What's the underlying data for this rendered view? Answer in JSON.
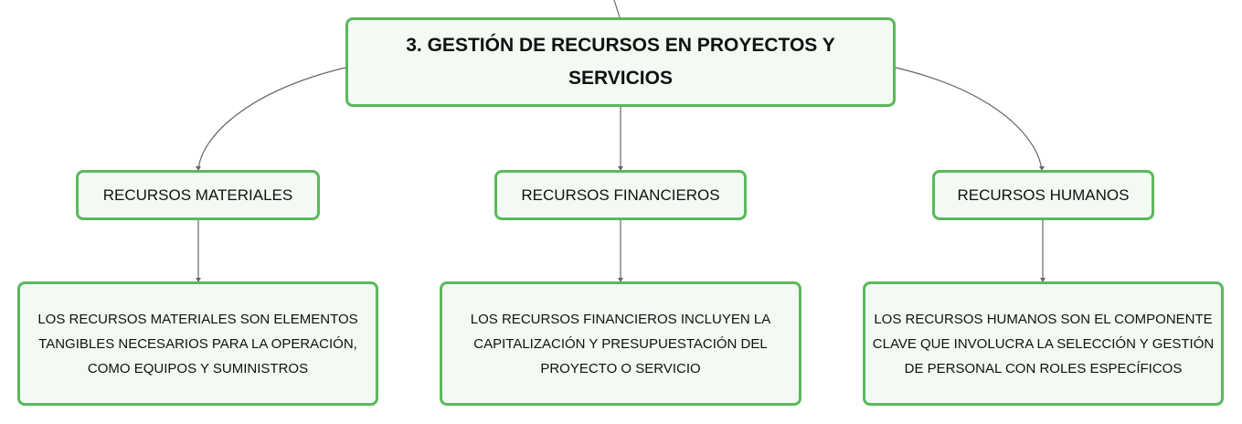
{
  "diagram": {
    "main_topic": "3. GESTIÓN DE RECURSOS EN PROYECTOS Y SERVICIOS",
    "branches": [
      {
        "title": "RECURSOS MATERIALES",
        "description": "LOS RECURSOS MATERIALES SON ELEMENTOS TANGIBLES NECESARIOS PARA LA OPERACIÓN, COMO EQUIPOS Y SUMINISTROS"
      },
      {
        "title": "RECURSOS FINANCIEROS",
        "description": "LOS RECURSOS FINANCIEROS INCLUYEN LA CAPITALIZACIÓN Y PRESUPUESTACIÓN DEL PROYECTO O SERVICIO"
      },
      {
        "title": "RECURSOS HUMANOS",
        "description": "LOS RECURSOS HUMANOS SON EL COMPONENTE CLAVE QUE INVOLUCRA LA SELECCIÓN Y GESTIÓN DE PERSONAL CON ROLES ESPECÍFICOS"
      }
    ],
    "colors": {
      "node_border": "#5cb85c",
      "node_fill": "#f2faf3",
      "connector": "#666666"
    }
  }
}
